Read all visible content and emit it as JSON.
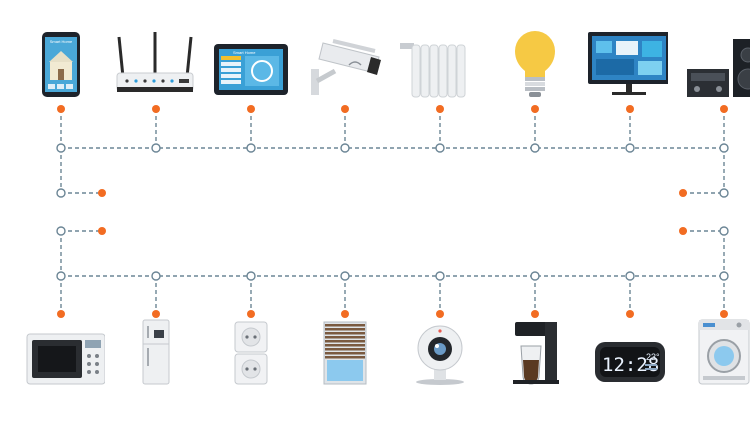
{
  "colors": {
    "line": "#6b8595",
    "dot": "#f26c22",
    "node_fill": "#ffffff"
  },
  "top_devices": [
    {
      "name": "smartphone-icon",
      "screen_title": "Smart Home"
    },
    {
      "name": "wifi-router-icon"
    },
    {
      "name": "tablet-icon",
      "screen_title": "Smart Home"
    },
    {
      "name": "security-camera-icon"
    },
    {
      "name": "radiator-icon"
    },
    {
      "name": "light-bulb-icon"
    },
    {
      "name": "tv-monitor-icon"
    },
    {
      "name": "stereo-system-icon"
    }
  ],
  "bottom_devices": [
    {
      "name": "microwave-icon"
    },
    {
      "name": "refrigerator-icon"
    },
    {
      "name": "power-socket-icon"
    },
    {
      "name": "window-blinds-icon"
    },
    {
      "name": "webcam-icon"
    },
    {
      "name": "coffee-maker-icon"
    },
    {
      "name": "alarm-clock-icon",
      "time": "12:28",
      "temp": "23°"
    },
    {
      "name": "washing-machine-icon"
    }
  ]
}
